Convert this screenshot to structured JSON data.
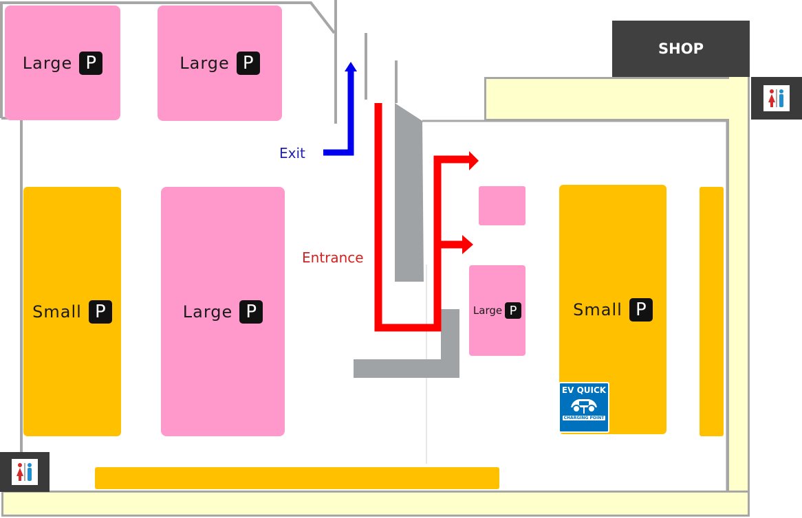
{
  "map": {
    "parking": {
      "large_label": "Large",
      "small_label": "Small",
      "p_symbol": "P"
    },
    "labels": {
      "exit": "Exit",
      "entrance": "Entrance",
      "shop": "SHOP"
    },
    "ev_sign": {
      "line1": "EV QUICK",
      "line2": "CHARGING POINT",
      "icon": "ev-car-charging-icon"
    },
    "icons": {
      "restroom": "restroom-icon",
      "exit_arrow": "up-arrow-icon",
      "entrance_arrow": "right-arrow-icon"
    },
    "colors": {
      "large_zone": "#ff99cc",
      "small_zone": "#ffc000",
      "walkway": "#ffffcc",
      "exit_route": "#0000ee",
      "entrance_route": "#ff0000",
      "exit_text": "#2020b0",
      "entrance_text": "#d62020",
      "shop": "#404040",
      "ev_sign": "#0071bc"
    }
  }
}
